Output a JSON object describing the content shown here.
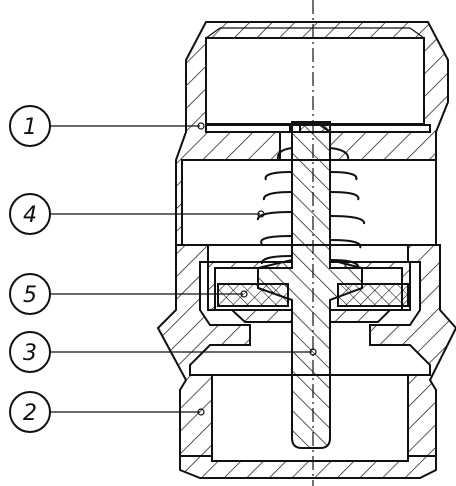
{
  "callouts": [
    {
      "label": "1"
    },
    {
      "label": "4"
    },
    {
      "label": "5"
    },
    {
      "label": "3"
    },
    {
      "label": "2"
    }
  ]
}
